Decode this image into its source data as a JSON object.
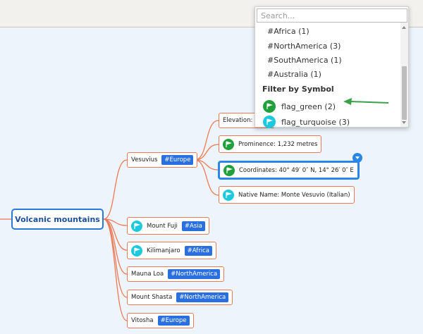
{
  "search": {
    "placeholder": "Search..."
  },
  "dropdown": {
    "tags": [
      {
        "label": "#Africa (1)"
      },
      {
        "label": "#NorthAmerica (3)"
      },
      {
        "label": "#SouthAmerica (1)"
      },
      {
        "label": "#Australia (1)"
      }
    ],
    "symbol_heading": "Filter by Symbol",
    "symbols": [
      {
        "label": "flag_green (2)",
        "icon": "flag-green-icon",
        "color": "#20a03a"
      },
      {
        "label": "flag_turquoise (3)",
        "icon": "flag-turquoise-icon",
        "color": "#1ec9de"
      }
    ]
  },
  "map": {
    "root": "Volcanic mountains",
    "vesuvius": {
      "label": "Vesuvius",
      "tag": "#Europe"
    },
    "elevation": {
      "label": "Elevation: 1"
    },
    "prominence": {
      "label": "Prominence: 1,232 metres",
      "icon": "flag-green-icon"
    },
    "coordinates": {
      "label": "Coordinates: 40° 49′ 0″ N, 14° 26′ 0″ E",
      "icon": "flag-green-icon"
    },
    "native_name": {
      "label": "Native Name: Monte Vesuvio (Italian)",
      "icon": "flag-turquoise-icon"
    },
    "fuji": {
      "label": "Mount Fuji",
      "tag": "#Asia",
      "icon": "flag-turquoise-icon"
    },
    "kilimanjaro": {
      "label": "Kilimanjaro",
      "tag": "#Africa",
      "icon": "flag-turquoise-icon"
    },
    "mauna_loa": {
      "label": "Mauna Loa",
      "tag": "#NorthAmerica"
    },
    "shasta": {
      "label": "Mount Shasta",
      "tag": "#NorthAmerica"
    },
    "vitosha": {
      "label": "Vitosha",
      "tag": "#Europe"
    }
  },
  "colors": {
    "branch": "#ec7a56",
    "accent": "#2a78d8",
    "flag_green": "#20a03a",
    "flag_turquoise": "#1ec9de",
    "tag_bg": "#2a6fe0",
    "annotation_arrow": "#3aa14a"
  }
}
